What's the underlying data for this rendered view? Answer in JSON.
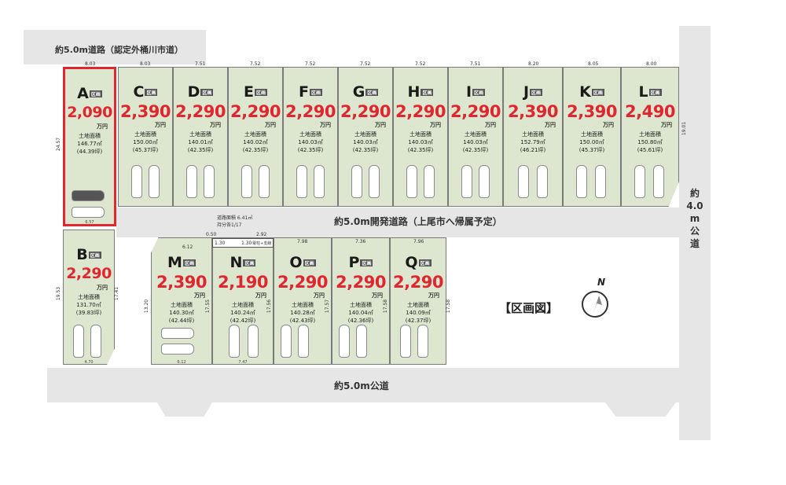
{
  "roads": {
    "top_road": "約5.0m道路（認定外桶川市道）",
    "dev_road": "約5.0m開発道路（上尾市へ帰属予定）",
    "bottom_road": "約5.0m公道",
    "right_road_chars": [
      "約",
      "4.0",
      "m",
      "公",
      "道"
    ]
  },
  "title": "【区画図】",
  "compass": "N",
  "lot_tag": "区画",
  "unit": "万円",
  "area_label": "土地面積",
  "shared": {
    "note1": "道路面積 6.41㎡",
    "note2": "持分各1/17",
    "dim_050": "0.50",
    "dim_292": "2.92",
    "dim_130a": "1.30",
    "dim_130b": "1.30",
    "tag_text": "電柱+支線"
  },
  "lots": [
    {
      "id": "A",
      "price": "2,090",
      "area": "146.77㎡",
      "tsubo": "(44.39坪)",
      "selected": true
    },
    {
      "id": "B",
      "price": "2,290",
      "area": "131.70㎡",
      "tsubo": "(39.83坪)"
    },
    {
      "id": "C",
      "price": "2,390",
      "area": "150.00㎡",
      "tsubo": "(45.37坪)"
    },
    {
      "id": "D",
      "price": "2,290",
      "area": "140.01㎡",
      "tsubo": "(42.35坪)"
    },
    {
      "id": "E",
      "price": "2,290",
      "area": "140.02㎡",
      "tsubo": "(42.35坪)"
    },
    {
      "id": "F",
      "price": "2,290",
      "area": "140.03㎡",
      "tsubo": "(42.35坪)"
    },
    {
      "id": "G",
      "price": "2,290",
      "area": "140.03㎡",
      "tsubo": "(42.35坪)"
    },
    {
      "id": "H",
      "price": "2,290",
      "area": "140.03㎡",
      "tsubo": "(42.35坪)"
    },
    {
      "id": "I",
      "price": "2,290",
      "area": "140.03㎡",
      "tsubo": "(42.35坪)"
    },
    {
      "id": "J",
      "price": "2,390",
      "area": "152.79㎡",
      "tsubo": "(46.21坪)"
    },
    {
      "id": "K",
      "price": "2,390",
      "area": "150.00㎡",
      "tsubo": "(45.37坪)"
    },
    {
      "id": "L",
      "price": "2,490",
      "area": "150.80㎡",
      "tsubo": "(45.61坪)"
    },
    {
      "id": "M",
      "price": "2,390",
      "area": "140.30㎡",
      "tsubo": "(42.44坪)"
    },
    {
      "id": "N",
      "price": "2,190",
      "area": "140.24㎡",
      "tsubo": "(42.42坪)"
    },
    {
      "id": "O",
      "price": "2,290",
      "area": "140.28㎡",
      "tsubo": "(42.43坪)"
    },
    {
      "id": "P",
      "price": "2,290",
      "area": "140.04㎡",
      "tsubo": "(42.36坪)"
    },
    {
      "id": "Q",
      "price": "2,290",
      "area": "140.09㎡",
      "tsubo": "(42.37坪)"
    }
  ],
  "dims": {
    "A_top": "8.03",
    "C_top": "8.03",
    "D_top": "7.51",
    "E_top": "7.52",
    "F_top": "7.52",
    "G_top": "7.52",
    "H_top": "7.52",
    "I_top": "7.51",
    "J_top": "8.20",
    "K_top": "8.05",
    "L_top": "8.00",
    "A_bot": "6.57",
    "B_bot": "4.70",
    "M_top": "6.12",
    "M_bot": "6.12",
    "N_bot": "7.47",
    "O_top": "7.98",
    "P_top": "7.36",
    "Q_top": "7.96",
    "A_left": "24.57",
    "B_left": "19.53",
    "B_right": "17.41",
    "M_left": "13.20",
    "N_left": "17.55",
    "O_left": "17.56",
    "P_left": "17.57",
    "Q_left": "17.58",
    "Q_right": "17.58",
    "L_right": "19.01"
  }
}
